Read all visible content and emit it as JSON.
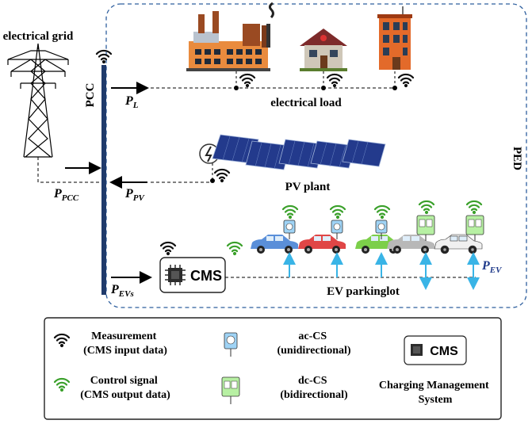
{
  "labels": {
    "electrical_grid": "electrical grid",
    "pcc": "PCC",
    "ped": "PED",
    "electrical_load": "electrical load",
    "pv_plant": "PV plant",
    "ev_parkinglot": "EV parkinglot",
    "cms": "CMS"
  },
  "power_flows": {
    "pl": {
      "main": "P",
      "sub": "L"
    },
    "ppcc": {
      "main": "P",
      "sub": "PCC"
    },
    "ppv": {
      "main": "P",
      "sub": "PV"
    },
    "pevs": {
      "main": "P",
      "sub": "EVs"
    },
    "pev": {
      "main": "P",
      "sub": "EV"
    }
  },
  "legend": {
    "measurement": {
      "line1": "Measurement",
      "line2": "(CMS input data)"
    },
    "control": {
      "line1": "Control signal",
      "line2": "(CMS output data)"
    },
    "ac_cs": {
      "line1": "ac-CS",
      "line2": "(unidirectional)"
    },
    "dc_cs": {
      "line1": "dc-CS",
      "line2": "(bidirectional)"
    },
    "cms_box": "CMS",
    "cms_desc": {
      "line1": "Charging Management",
      "line2": "System"
    }
  },
  "colors": {
    "ped_border": "#2e5f9e",
    "busbar": "#1f3a6b",
    "ac_cs": "#9fd3f5",
    "dc_cs": "#b7f0a3",
    "measurement_signal": "#111111",
    "control_signal": "#3aa02a",
    "car_arrow": "#39b4e6",
    "pv_panel": "#233a8c"
  },
  "icons": {
    "signal_measurement": "wifi-black-icon",
    "signal_control": "wifi-green-icon",
    "grid": "transmission-tower-icon",
    "factory": "factory-icon",
    "house": "house-icon",
    "apartment": "apartment-building-icon",
    "pv": "solar-panel-icon",
    "meter": "meter-icon",
    "chip": "chip-icon",
    "car": "car-icon",
    "ac_charger": "ac-charger-icon",
    "dc_charger": "dc-charger-icon"
  }
}
